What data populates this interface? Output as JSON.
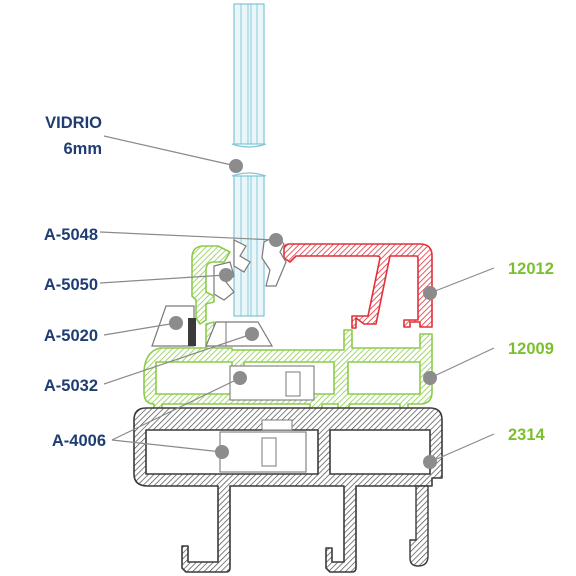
{
  "colors": {
    "left_label": "#1f3d73",
    "right_label": "#7cbf2e",
    "profile_green": "#8ccc4a",
    "profile_red": "#e0303a",
    "profile_dark": "#3a3a3a",
    "glass": "#7fc6d6"
  },
  "labels": {
    "vidrio_line1": "VIDRIO",
    "vidrio_line2": "6mm",
    "a5048": "A-5048",
    "a5050": "A-5050",
    "a5020": "A-5020",
    "a5032": "A-5032",
    "a4006": "A-4006",
    "p12012": "12012",
    "p12009": "12009",
    "p2314": "2314"
  }
}
